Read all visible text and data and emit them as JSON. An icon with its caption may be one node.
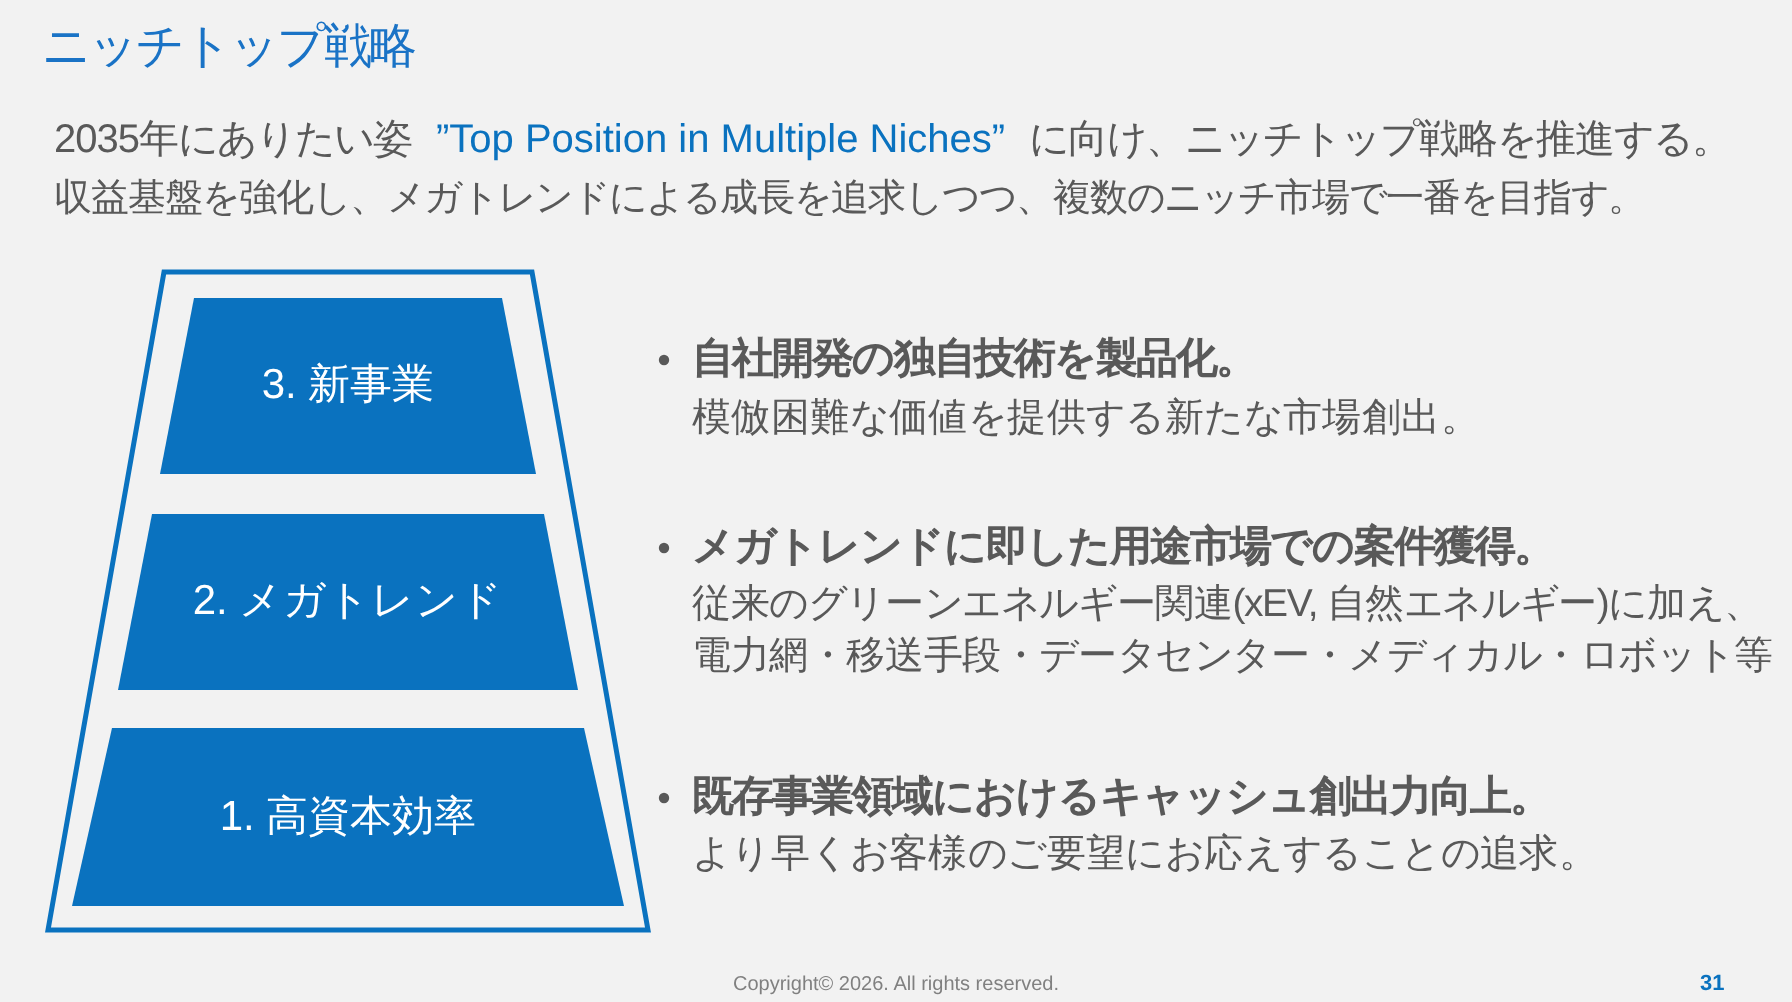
{
  "diagram": {
    "title": "ニッチトップ戦略",
    "nodes": [
      {
        "text": [],
        "shape": "trapezoid"
      },
      {
        "text": [
          "3. 新事業"
        ],
        "in": 0
      },
      {
        "text": [
          "2. メガトレンド"
        ],
        "in": 0
      },
      {
        "text": [
          "1. 高資本効率"
        ],
        "in": 0
      }
    ],
    "labels": [
      "2035年にありたい姿",
      "”Top Position in Multiple Niches”",
      "に向け、ニッチトップ戦略を推進する。",
      "収益基盤を強化し、メガトレンドによる成長を追求しつつ、複数のニッチ市場で一番を目指す。",
      "自社開発の独自技術を製品化。",
      "模倣困難な価値を提供する新たな市場創出。",
      "メガトレンドに即した用途市場での案件獲得。",
      "従来のグリーンエネルギー関連(xEV, 自然エネルギー)に加え、電力網・移送手段・データセンター・メディカル・ロボット等",
      "既存事業領域におけるキャッシュ創出力向上。",
      "より早くお客様のご要望にお応えすることの追求。",
      "Copyright© 2026. All rights reserved.",
      "31"
    ]
  }
}
